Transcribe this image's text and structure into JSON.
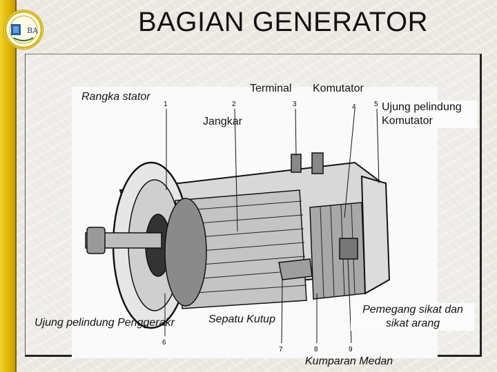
{
  "title": "BAGIAN GENERATOR",
  "logo": {
    "text": "BA"
  },
  "labels": {
    "rangka_stator": "Rangka stator",
    "terminal": "Terminal",
    "komutator": "Komutator",
    "ujung_pelindung_komutator": "Ujung pelindung Komutator",
    "jangkar": "Jangkar",
    "ujung_pelindung_penggerak": "Ujung pelindung Penggerakr",
    "sepatu_kutup": "Sepatu Kutup",
    "pemegang_sikat": "Pemegang sikat dan sikat arang",
    "kumparan_medan": "Kumparan Medan"
  },
  "callout_numbers": [
    "1",
    "2",
    "3",
    "4",
    "5",
    "6",
    "7",
    "8",
    "9"
  ],
  "colors": {
    "accent": "#e0b400",
    "text": "#111111"
  }
}
